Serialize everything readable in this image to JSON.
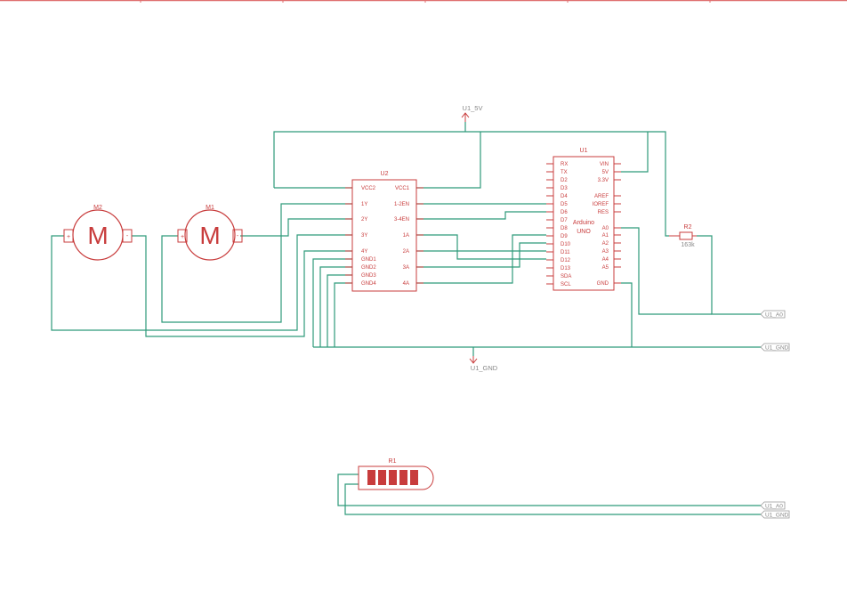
{
  "u1": {
    "ref": "U1",
    "name_line1": "Arduino",
    "name_line2": "UNO",
    "left_pins": [
      "RX",
      "TX",
      "D2",
      "D3",
      "D4",
      "D5",
      "D6",
      "D7",
      "D8",
      "D9",
      "D10",
      "D11",
      "D12",
      "D13",
      "SDA",
      "SCL"
    ],
    "right_pins": [
      "VIN",
      "5V",
      "3.3V",
      "AREF",
      "IOREF",
      "RES",
      "A0",
      "A1",
      "A2",
      "A3",
      "A4",
      "A5",
      "GND"
    ]
  },
  "u2": {
    "ref": "U2",
    "left_pins": [
      "VCC2",
      "1Y",
      "2Y",
      "3Y",
      "4Y",
      "GND1",
      "GND2",
      "GND3",
      "GND4"
    ],
    "right_pins": [
      "VCC1",
      "1-2EN",
      "3-4EN",
      "1A",
      "2A",
      "3A",
      "4A"
    ]
  },
  "motors": {
    "m1": {
      "ref": "M1",
      "letter": "M"
    },
    "m2": {
      "ref": "M2",
      "letter": "M"
    },
    "plus": "+",
    "minus": "-"
  },
  "r2": {
    "ref": "R2",
    "value": "163k"
  },
  "r1": {
    "ref": "R1"
  },
  "power": {
    "vcc": "U1_5V",
    "gnd": "U1_GND"
  },
  "net_labels": {
    "a0_1": "U1_A0",
    "gnd_1": "U1_GND",
    "a0_2": "U1_A0",
    "gnd_2": "U1_GND"
  },
  "colors": {
    "wire": "#2e9a7a",
    "component": "#c83c3c",
    "label": "#888888"
  }
}
